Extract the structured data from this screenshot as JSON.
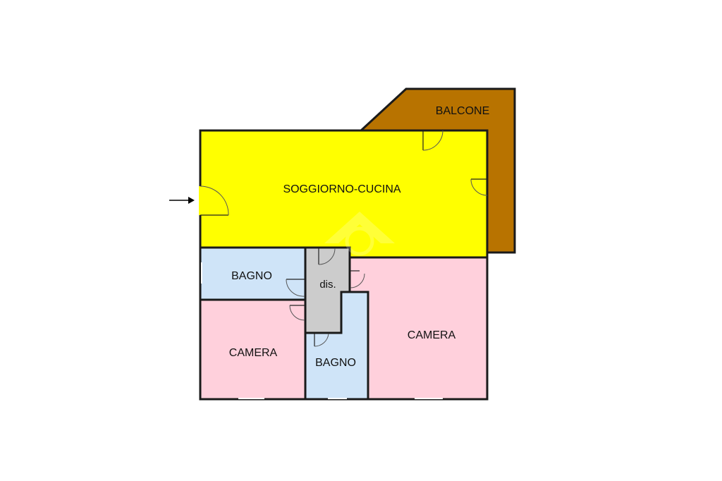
{
  "colors": {
    "living": "#ffff00",
    "balcony": "#b87300",
    "bedroom": "#ffd0dc",
    "bathroom": "#cfe4f8",
    "hall": "#cccccc",
    "walls": "#1a1a1a"
  },
  "rooms": {
    "balcone": "BALCONE",
    "soggiorno": "SOGGIORNO-CUCINA",
    "bagno_left": "BAGNO",
    "dis": "dis.",
    "camera_left": "CAMERA",
    "camera_right": "CAMERA",
    "bagno_center": "BAGNO"
  }
}
